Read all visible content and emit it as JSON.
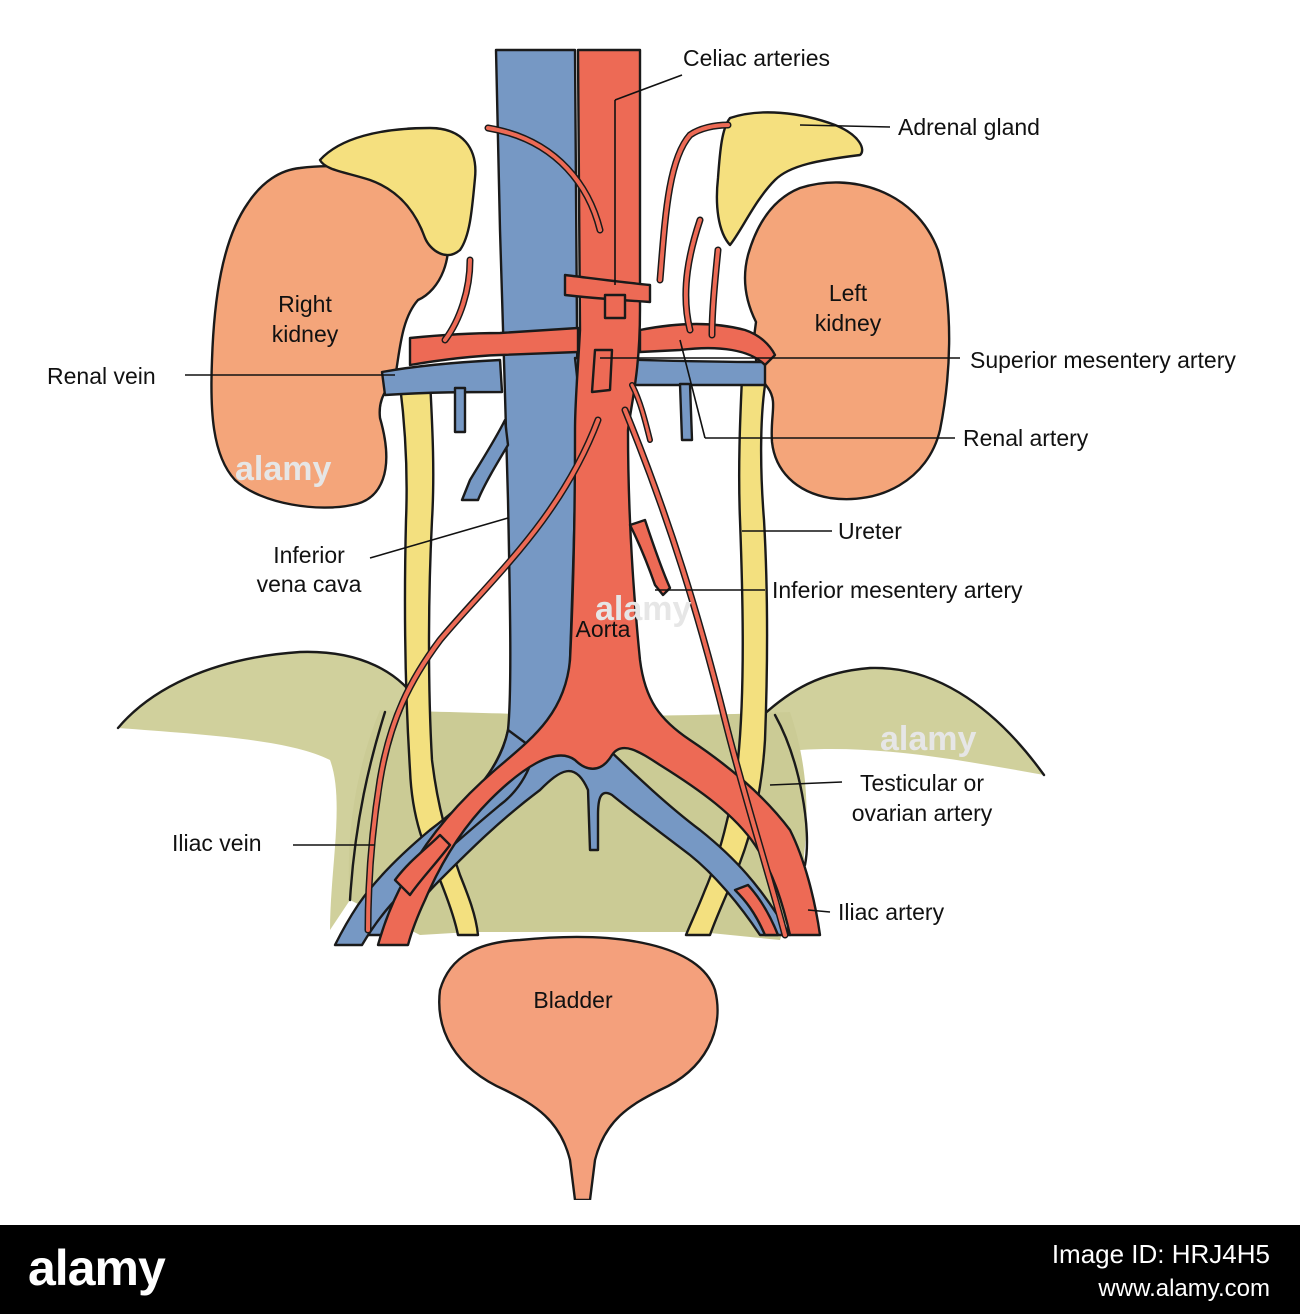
{
  "labels": {
    "celiac_arteries": "Celiac arteries",
    "adrenal_gland": "Adrenal gland",
    "right_kidney_line1": "Right",
    "right_kidney_line2": "kidney",
    "left_kidney_line1": "Left",
    "left_kidney_line2": "kidney",
    "renal_vein": "Renal vein",
    "superior_mesentery_artery": "Superior mesentery artery",
    "renal_artery": "Renal artery",
    "ureter": "Ureter",
    "inferior_vena_cava_line1": "Inferior",
    "inferior_vena_cava_line2": "vena cava",
    "inferior_mesentery_artery": "Inferior mesentery artery",
    "aorta": "Aorta",
    "testicular_line1": "Testicular or",
    "testicular_line2": "ovarian artery",
    "iliac_vein": "Iliac vein",
    "iliac_artery": "Iliac artery",
    "bladder": "Bladder"
  },
  "watermark": "alamy",
  "footer": {
    "logo": "alamy",
    "image_id": "Image ID: HRJ4H5",
    "url": "www.alamy.com"
  },
  "colors": {
    "kidney": "#f4a57a",
    "adrenal": "#f5e07f",
    "ureter": "#f3e07f",
    "vein": "#7698c4",
    "artery": "#ed6a55",
    "pelvis": "#c9c994",
    "bladder": "#f4a07c",
    "footer_bg": "#000000"
  }
}
